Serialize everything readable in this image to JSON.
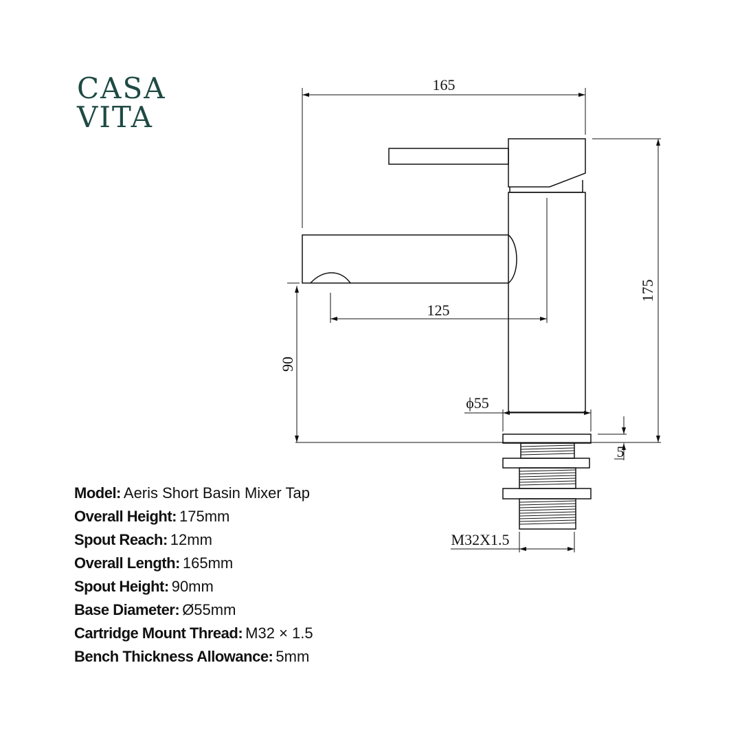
{
  "logo": {
    "line1": "CASA",
    "line2": "VITA"
  },
  "dimensions": {
    "overall_length": "165",
    "overall_height": "175",
    "spout_reach": "125",
    "spout_height": "90",
    "base_diameter": "ϕ55",
    "bench_thickness": "5",
    "thread": "M32X1.5"
  },
  "specs": [
    {
      "label": "Model:",
      "value": "Aeris Short Basin Mixer Tap"
    },
    {
      "label": "Overall Height:",
      "value": "175mm"
    },
    {
      "label": "Spout Reach:",
      "value": "12mm"
    },
    {
      "label": "Overall Length:",
      "value": "165mm"
    },
    {
      "label": "Spout Height:",
      "value": "90mm"
    },
    {
      "label": "Base Diameter:",
      "value": "Ø55mm"
    },
    {
      "label": "Cartridge Mount Thread:",
      "value": "M32 × 1.5"
    },
    {
      "label": "Bench Thickness Allowance:",
      "value": "5mm"
    }
  ]
}
